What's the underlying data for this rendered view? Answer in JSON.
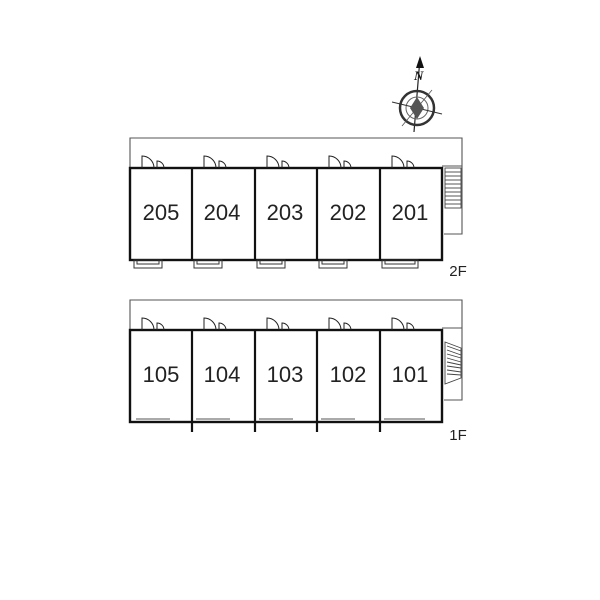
{
  "compass": {
    "north_label": "N"
  },
  "floors": [
    {
      "label": "2F",
      "units": [
        "205",
        "204",
        "203",
        "202",
        "201"
      ]
    },
    {
      "label": "1F",
      "units": [
        "105",
        "104",
        "103",
        "102",
        "101"
      ]
    }
  ]
}
